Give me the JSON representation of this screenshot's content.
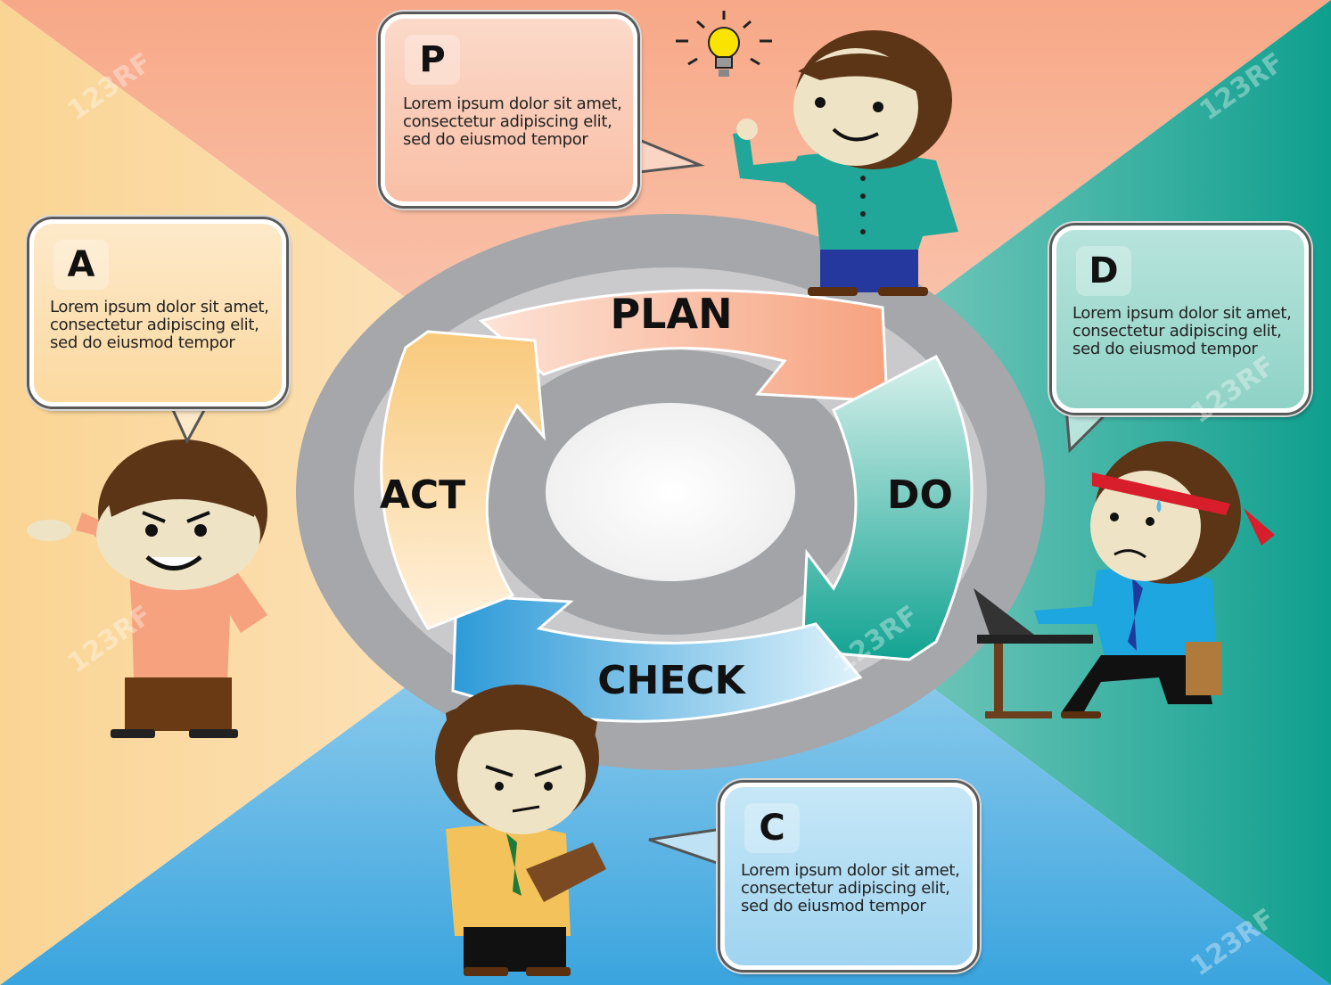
{
  "diagram": {
    "stages": [
      {
        "key": "plan",
        "label": "PLAN"
      },
      {
        "key": "do",
        "label": "DO"
      },
      {
        "key": "check",
        "label": "CHECK"
      },
      {
        "key": "act",
        "label": "ACT"
      }
    ]
  },
  "bubbles": {
    "p": {
      "letter": "P",
      "lines": [
        "Lorem ipsum dolor sit amet,",
        "consectetur adipiscing elit,",
        "sed do eiusmod tempor"
      ]
    },
    "d": {
      "letter": "D",
      "lines": [
        "Lorem ipsum dolor sit amet,",
        "consectetur adipiscing elit,",
        "sed do eiusmod tempor"
      ]
    },
    "c": {
      "letter": "C",
      "lines": [
        "Lorem ipsum dolor sit amet,",
        "consectetur adipiscing elit,",
        "sed do eiusmod tempor"
      ]
    },
    "a": {
      "letter": "A",
      "lines": [
        "Lorem ipsum dolor sit amet,",
        "consectetur adipiscing elit,",
        "sed do eiusmod tempor"
      ]
    }
  },
  "watermark": "123RF",
  "colors": {
    "plan": "#f4a98c",
    "do": "#1aa598",
    "check": "#3ba6df",
    "act": "#f7d89a",
    "ring": "#a4a5a8"
  },
  "icons": [
    "lightbulb-icon"
  ]
}
